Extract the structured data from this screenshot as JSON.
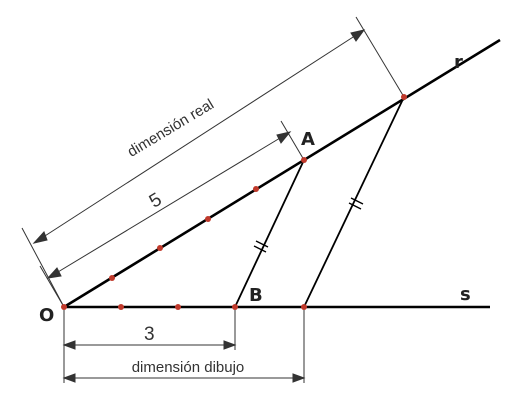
{
  "labels": {
    "origin": "O",
    "point_a": "A",
    "point_b": "B",
    "line_r": "r",
    "line_s": "s",
    "real_count": "5",
    "drawing_count": "3",
    "real_dimension": "dimensión real",
    "drawing_dimension": "dimensión dibujo"
  },
  "construction": {
    "divisions_on_r": 5,
    "divisions_on_s": 3,
    "parallel_mark": "double-tick"
  },
  "colors": {
    "line": "#000000",
    "dim_line": "#333333",
    "point": "#c0392b",
    "text": "#222222"
  }
}
